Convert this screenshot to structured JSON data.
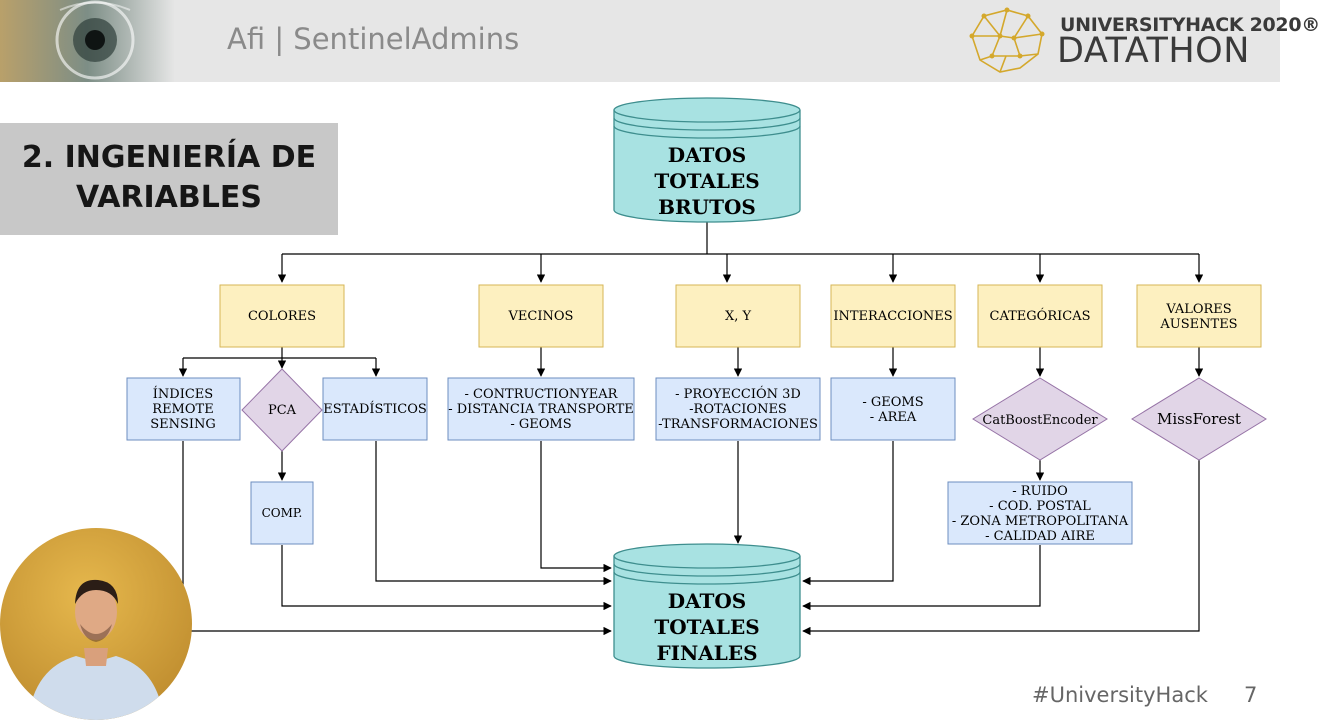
{
  "header": {
    "title": "Afi | SentinelAdmins",
    "brand_top": "UNIVERSITYHACK 2020®",
    "brand_bottom": "DATATHON"
  },
  "section": {
    "title": "2. INGENIERÍA DE\nVARIABLES"
  },
  "diagram": {
    "source": [
      "DATOS",
      "TOTALES",
      "BRUTOS"
    ],
    "sink": [
      "DATOS",
      "TOTALES",
      "FINALES"
    ],
    "categories": {
      "colores": [
        "COLORES"
      ],
      "vecinos": [
        "VECINOS"
      ],
      "xy": [
        "X, Y"
      ],
      "interacciones": [
        "INTERACCIONES"
      ],
      "categoricas": [
        "CATEGÓRICAS"
      ],
      "valores": [
        "VALORES",
        "AUSENTES"
      ]
    },
    "colores_children": {
      "indices": [
        "ÍNDICES",
        "REMOTE",
        "SENSING"
      ],
      "pca": [
        "PCA"
      ],
      "estadisticos": [
        "ESTADÍSTICOS"
      ],
      "comp": [
        "COMP."
      ]
    },
    "details": {
      "vecinos": [
        "- CONTRUCTIONYEAR",
        "- DISTANCIA TRANSPORTE",
        "- GEOMS"
      ],
      "xy": [
        "- PROYECCIÓN 3D",
        "-ROTACIONES",
        "-TRANSFORMACIONES"
      ],
      "interacciones": [
        "- GEOMS",
        "- AREA"
      ],
      "categoricas": [
        "- RUIDO",
        "- COD. POSTAL",
        "- ZONA METROPOLITANA",
        "- CALIDAD AIRE"
      ]
    },
    "encoders": {
      "catboost": [
        "CatBoostEncoder"
      ],
      "missforest": [
        "MissForest"
      ]
    }
  },
  "colors": {
    "cylinder": "#a8e2e2",
    "category_box": "#fdf0c0",
    "detail_box": "#dae8fc",
    "diamond": "#e1d5e7"
  },
  "footer": {
    "hashtag": "#UniversityHack",
    "page": "7"
  }
}
